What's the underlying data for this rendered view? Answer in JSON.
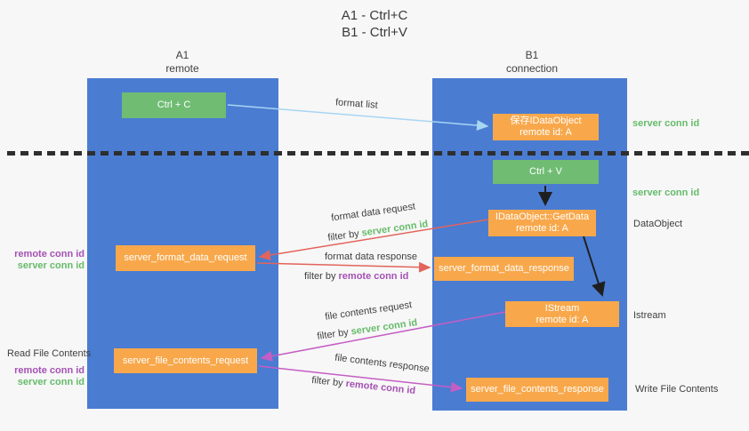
{
  "title": {
    "line1": "A1 - Ctrl+C",
    "line2": "B1 - Ctrl+V"
  },
  "columns": {
    "left": {
      "name": "A1",
      "role": "remote"
    },
    "right": {
      "name": "B1",
      "role": "connection"
    }
  },
  "nodes": {
    "ctrl_c": {
      "label": "Ctrl + C"
    },
    "ctrl_v": {
      "label": "Ctrl + V"
    },
    "save_idataobject": {
      "line1": "保存IDataObject",
      "line2": "remote id: A"
    },
    "idataobject_getdata": {
      "line1": "IDataObject::GetData",
      "line2": "remote id: A"
    },
    "istream": {
      "line1": "IStream",
      "line2": "remote id: A"
    },
    "server_format_data_request": {
      "label": "server_format_data_request"
    },
    "server_format_data_response": {
      "label": "server_format_data_response"
    },
    "server_file_contents_request": {
      "label": "server_file_contents_request"
    },
    "server_file_contents_response": {
      "label": "server_file_contents_response"
    }
  },
  "arrow_labels": {
    "format_list": "format list",
    "format_data_request": "format data request",
    "format_data_response": "format data response",
    "file_contents_request": "file contents request",
    "file_contents_response": "file contents response",
    "filter_by": "filter by ",
    "server_conn_id": "server conn id",
    "remote_conn_id": "remote conn id"
  },
  "side_labels": {
    "left_remote_conn_id_1": "remote conn id",
    "left_server_conn_id_1": "server conn id",
    "read_file_contents": "Read File Contents",
    "left_remote_conn_id_2": "remote conn id",
    "left_server_conn_id_2": "server conn id",
    "right_server_conn_id_1": "server conn id",
    "right_server_conn_id_2": "server conn id",
    "dataobject": "DataObject",
    "istream": "Istream",
    "write_file_contents": "Write File Contents"
  },
  "colors": {
    "container_blue": "#4a7cd2",
    "node_green": "#6fbc72",
    "node_orange": "#f8a84b",
    "arrow_light_blue": "#a8d5f2",
    "arrow_black": "#1f1f1f",
    "arrow_red": "#e2645c",
    "arrow_magenta": "#c45ec4",
    "text_green": "#66bb6a",
    "text_purple": "#a551b5"
  }
}
